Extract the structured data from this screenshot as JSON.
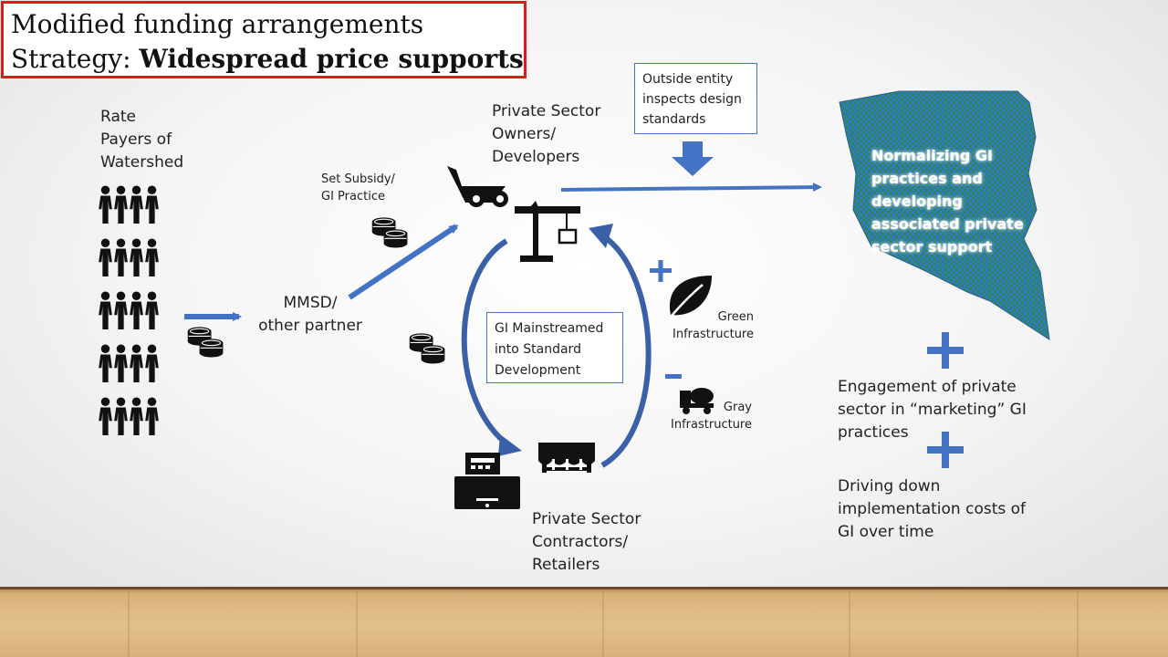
{
  "title": {
    "line1": "Modified funding arrangements",
    "line2_prefix": "Strategy:",
    "line2_bold": "Widespread price supports"
  },
  "labels": {
    "rate_payers": [
      "Rate",
      "Payers of",
      "Watershed"
    ],
    "subsidy": [
      "Set Subsidy/",
      "GI Practice"
    ],
    "mmsd": [
      "MMSD/",
      "other partner"
    ],
    "owners": [
      "Private Sector",
      "Owners/",
      "Developers"
    ],
    "outside_entity": [
      "Outside entity",
      "inspects design",
      "standards"
    ],
    "mainstreamed": [
      "GI Mainstreamed",
      "into Standard",
      "Development"
    ],
    "green": [
      "Green",
      "Infrastructure"
    ],
    "gray": [
      "Gray",
      "Infrastructure"
    ],
    "contractors": [
      "Private Sector",
      "Contractors/",
      "Retailers"
    ],
    "normalizing": [
      "Normalizing GI",
      "practices and",
      "developing",
      "associated private",
      "sector support"
    ],
    "engagement": [
      "Engagement of private",
      "sector in “marketing” GI",
      "practices"
    ],
    "driving": [
      "Driving down",
      "implementation costs of",
      "GI over time"
    ]
  },
  "colors": {
    "accent_blue": "#4472c4",
    "title_border": "#e01a1a",
    "blob_green": "#1f8a5a",
    "blob_blue": "#3f73c9"
  },
  "icons": {
    "people": "people-group-icon",
    "coins": "coins-icon",
    "cart": "wheelbarrow-icon",
    "crane": "crane-icon",
    "leaf": "leaf-icon",
    "mixer": "cement-mixer-icon",
    "store": "storefront-icon",
    "register": "cash-register-icon",
    "plus": "plus-icon",
    "minus": "minus-icon"
  }
}
